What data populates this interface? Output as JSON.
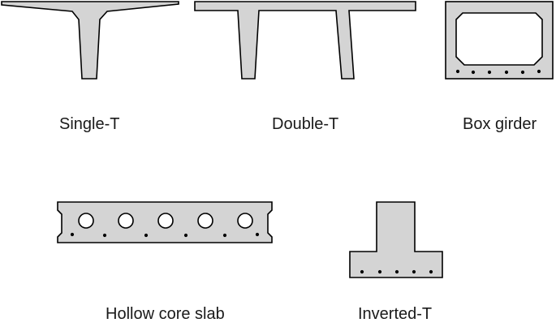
{
  "labels": {
    "single_t": "Single-T",
    "double_t": "Double-T",
    "box_girder": "Box girder",
    "hollow_core_slab": "Hollow core slab",
    "inverted_t": "Inverted-T"
  },
  "colors": {
    "concrete_fill": "#d4d4d4",
    "outline": "#000000",
    "void_fill": "#ffffff"
  }
}
